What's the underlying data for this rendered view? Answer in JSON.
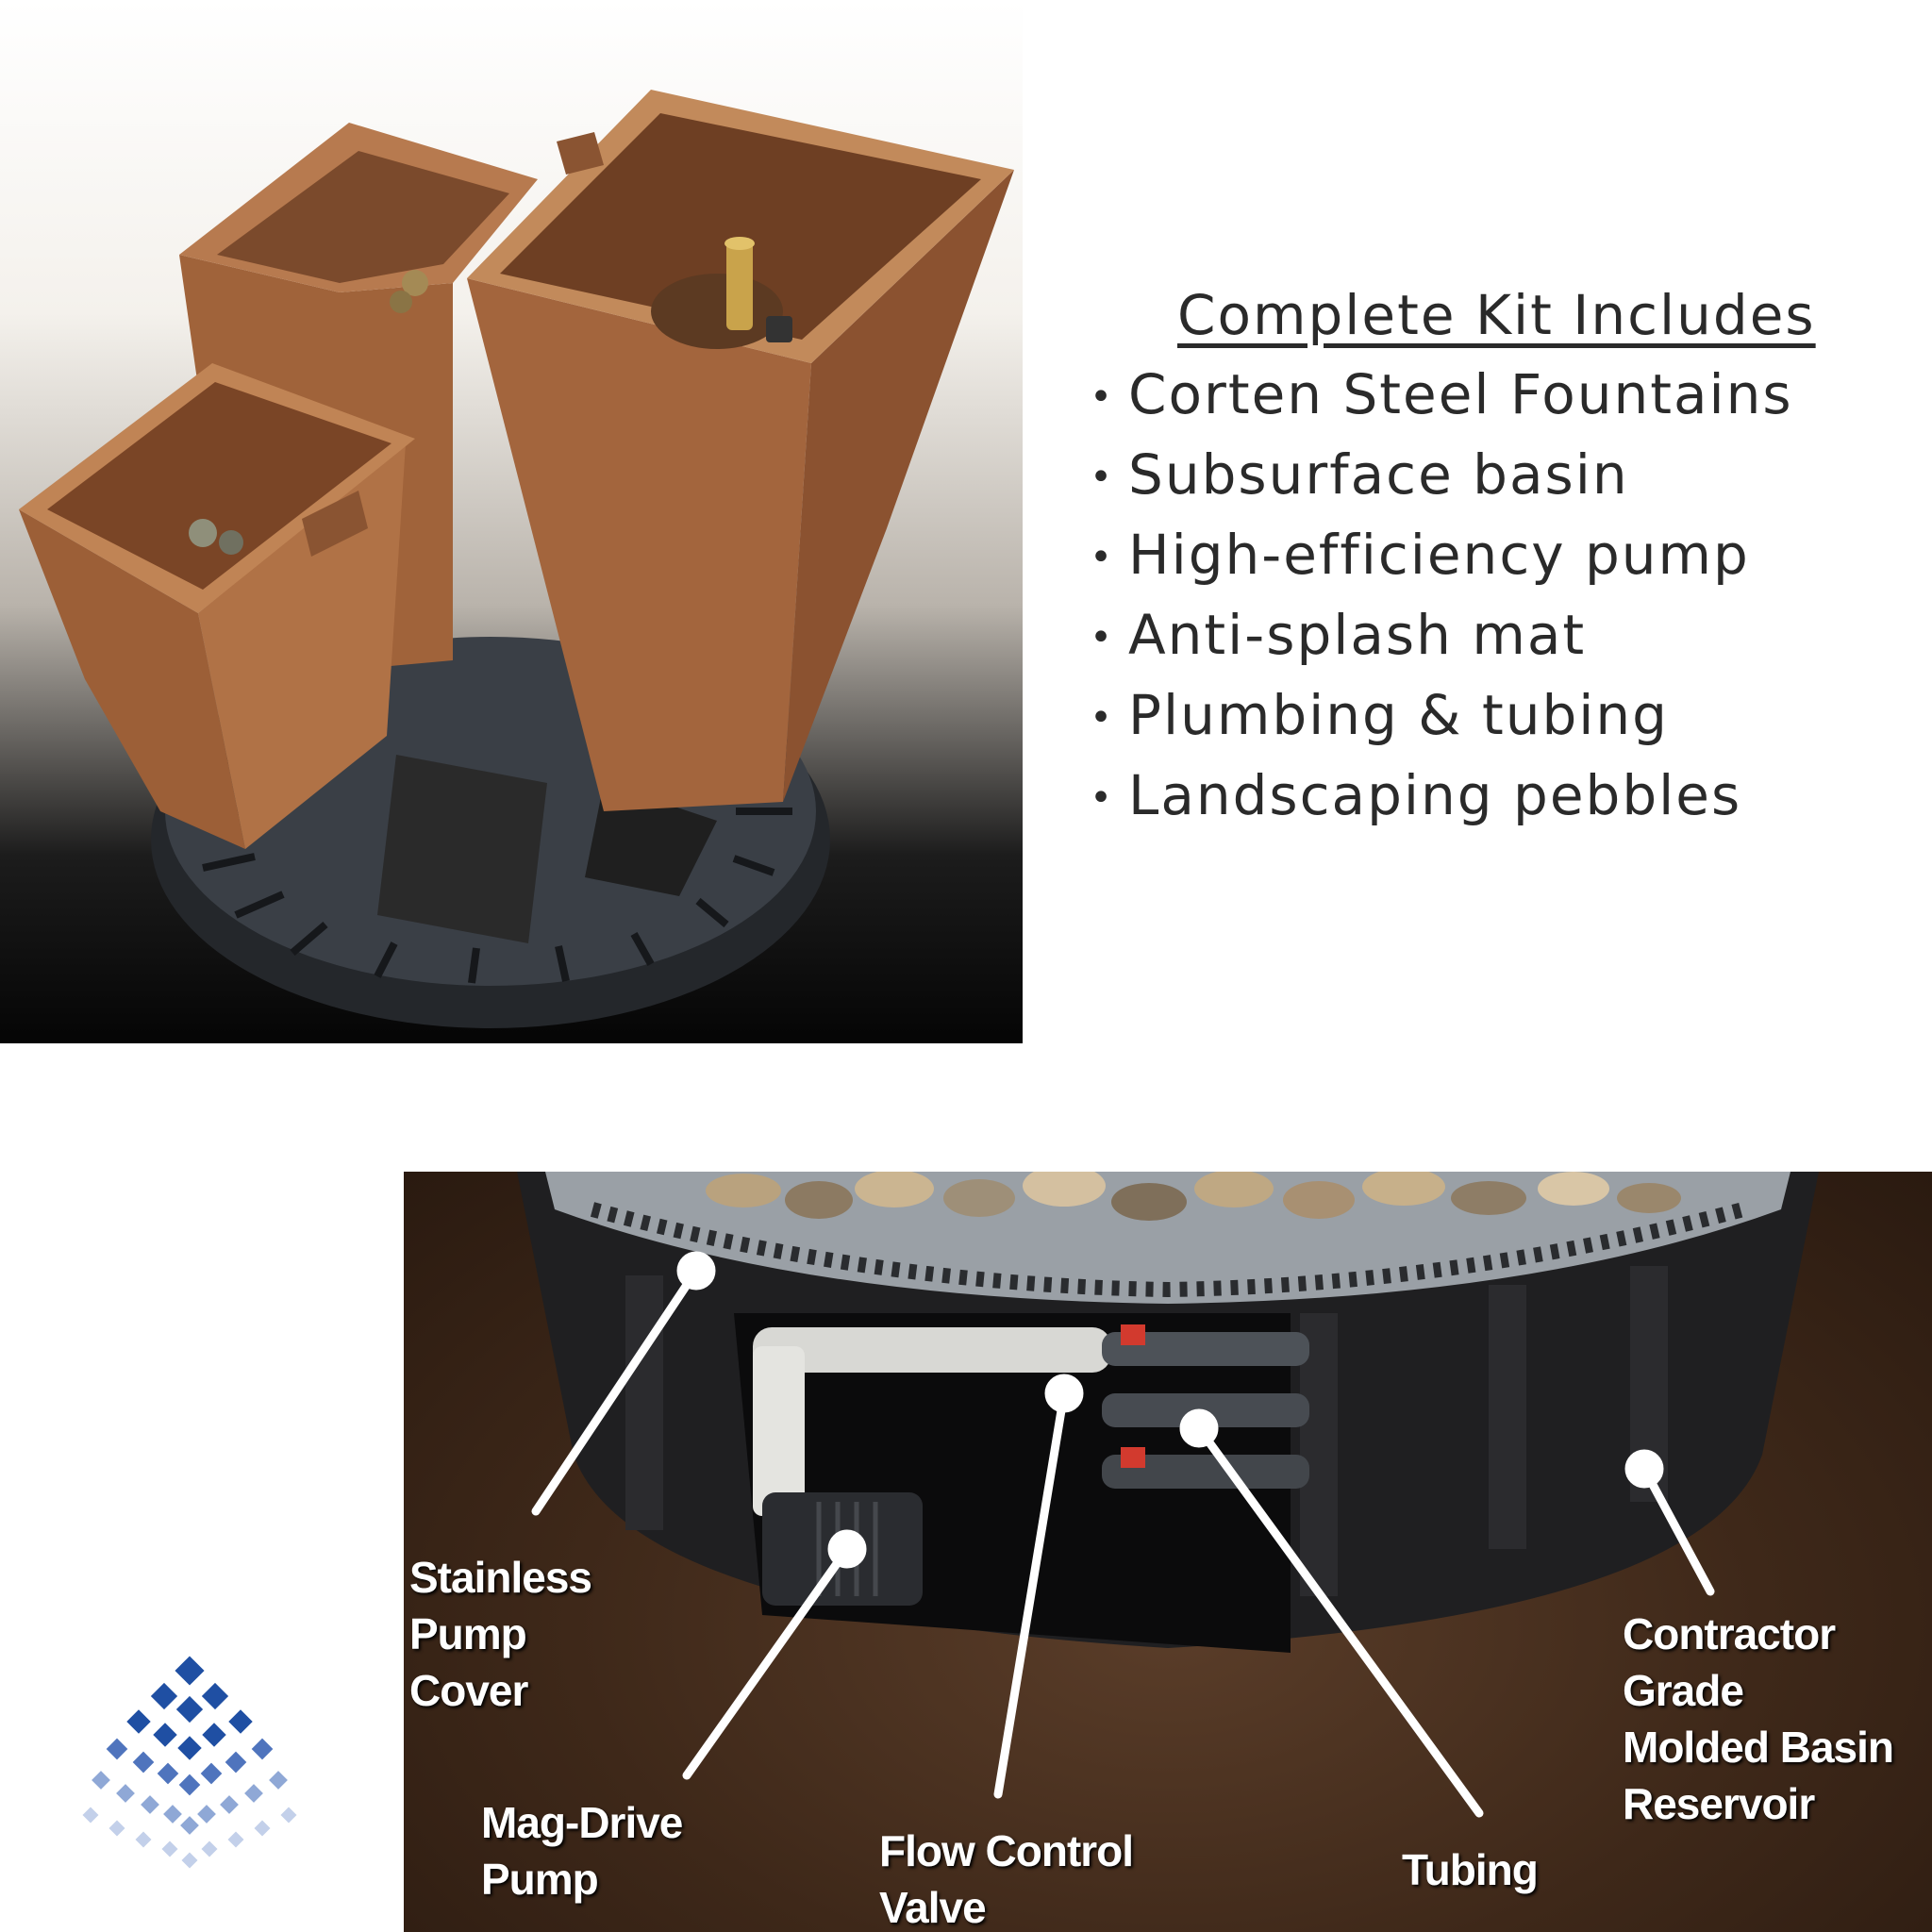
{
  "kit": {
    "heading": "Complete Kit Includes",
    "items": [
      "Corten Steel Fountains",
      "Subsurface basin",
      "High-efficiency pump",
      "Anti-splash mat",
      "Plumbing & tubing",
      "Landscaping pebbles"
    ],
    "bullet": "•"
  },
  "diagram": {
    "labels": {
      "stainless_pump_cover": "Stainless\nPump\nCover",
      "mag_drive_pump": "Mag-Drive\nPump",
      "flow_control_valve": "Flow Control\nValve",
      "tubing": "Tubing",
      "contractor_basin": "Contractor\nGrade\nMolded Basin\nReservoir"
    }
  },
  "colors": {
    "corten": "#a8693f",
    "corten_dark": "#7b4424",
    "grate": "#2e3238",
    "soil": "#3e2819",
    "logo_blue": "#1f4fa3",
    "logo_light": "#8fa8d6"
  }
}
